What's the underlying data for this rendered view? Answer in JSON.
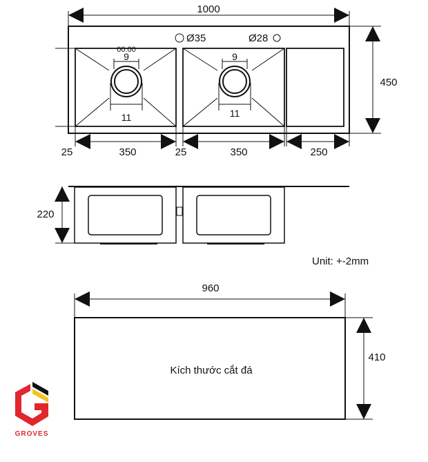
{
  "top_view": {
    "overall_width": "1000",
    "overall_depth": "450",
    "left_margin": "25",
    "bowl1_width": "350",
    "gap": "25",
    "bowl2_width": "350",
    "drainboard_width": "250",
    "hole1_label": "Ø35",
    "hole2_label": "Ø28",
    "bowl1_drain_inner": "9",
    "bowl1_drain_outer": "11",
    "bowl2_drain_inner": "9",
    "bowl2_drain_outer": "11"
  },
  "side_view": {
    "height": "220"
  },
  "unit_note": "Unit: +-2mm",
  "cutout": {
    "width": "960",
    "depth": "410",
    "label": "Kích thước cắt đá"
  },
  "logo": {
    "brand": "GROVES",
    "colors": {
      "red": "#e1262d",
      "yellow": "#f2c318",
      "black": "#111111"
    }
  }
}
